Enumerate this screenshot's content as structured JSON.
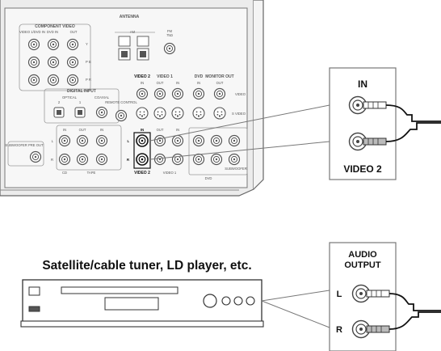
{
  "receiver": {
    "component_video": "COMPONENT VIDEO",
    "component_inputs": [
      "VIDEO 1/DVD IN",
      "DVD IN",
      "OUT"
    ],
    "component_rows": [
      "Y",
      "P B",
      "P R"
    ],
    "antenna": "ANTENNA",
    "am": "AM",
    "fm": "FM",
    "fm_ohm": "75Ω",
    "digital_input": "DIGITAL INPUT",
    "optical": "OPTICAL",
    "coaxial": "COAXIAL",
    "optical_nums": [
      "2",
      "1"
    ],
    "remote_control": "REMOTE CONTROL",
    "video2_label": "VIDEO 2",
    "video1_label": "VIDEO 1",
    "dvd_label": "DVD",
    "monitor_out": "MONITOR OUT",
    "in_label": "IN",
    "out_label": "OUT",
    "video_label": "VIDEO",
    "svideo_label": "S VIDEO",
    "l_label": "L",
    "r_label": "R",
    "cd_label": "CD",
    "tape_label": "TAPE",
    "subwoofer_pre_out": "SUBWOOFER PRE OUT",
    "subwoofer": "SUBWOOFER",
    "callout_in": "IN",
    "callout_video2": "VIDEO 2"
  },
  "device": {
    "caption": "Satellite/cable tuner, LD player, etc.",
    "audio_output_line1": "AUDIO",
    "audio_output_line2": "OUTPUT",
    "l": "L",
    "r": "R"
  }
}
